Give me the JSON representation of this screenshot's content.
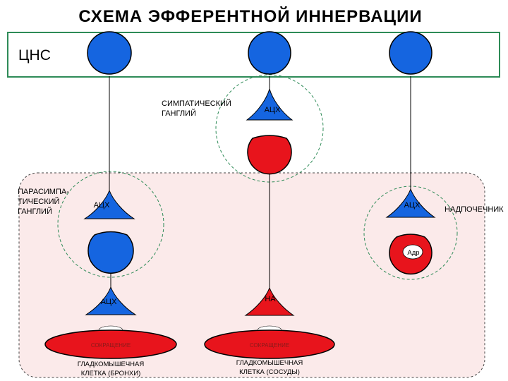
{
  "title": "СХЕМА ЭФФЕРЕНТНОЙ ИННЕРВАЦИИ",
  "cns_label": "ЦНС",
  "sympathetic_ganglion": [
    "СИМПАТИЧЕСКИЙ",
    "ГАНГЛИЙ"
  ],
  "parasympathetic_ganglion": [
    "ПАРАСИМПА-",
    "ТИЧЕСКИЙ",
    "ГАНГЛИЙ"
  ],
  "adrenal_label": "НАДПОЧЕЧНИК",
  "mediators": {
    "ach": "АЦХ",
    "na": "НА",
    "adr": "Адр"
  },
  "effectors": {
    "contraction": "СОКРАЩЕНИЕ",
    "bronchi": [
      "ГЛАДКОМЫШЕЧНАЯ",
      "КЛЕТКА (БРОНХИ)"
    ],
    "vessels": [
      "ГЛАДКОМЫШЕЧНАЯ",
      "КЛЕТКА (СОСУДЫ)"
    ]
  },
  "colors": {
    "neuron_blue": "#1565e0",
    "neuron_red": "#e8141c",
    "cns_border": "#2e8b57",
    "region_fill": "#fbeaea",
    "ganglion_border": "#2e8b57"
  }
}
